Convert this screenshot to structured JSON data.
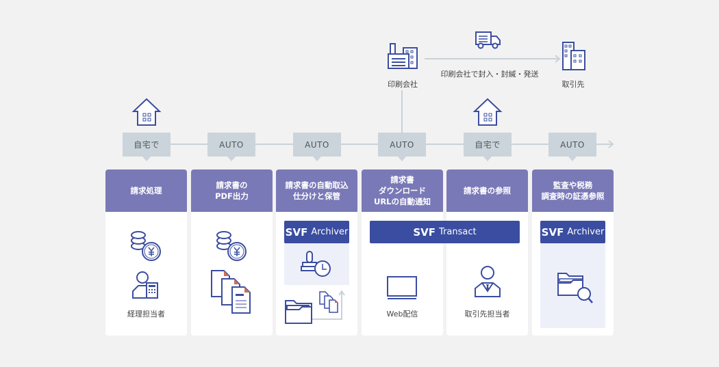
{
  "top": {
    "printer_label": "印刷会社",
    "flow_label": "印刷会社で封入・封緘・発送",
    "client_label": "取引先"
  },
  "tags": [
    "自宅で",
    "AUTO",
    "AUTO",
    "AUTO",
    "自宅で",
    "AUTO"
  ],
  "steps": [
    {
      "title": "請求処理",
      "caption": "経理担当者"
    },
    {
      "title": "請求書の\nPDF出力",
      "caption": ""
    },
    {
      "title": "請求書の自動取込\n仕分けと保管",
      "caption": ""
    },
    {
      "title": "請求書\nダウンロード\nURLの自動通知",
      "caption": "Web配信"
    },
    {
      "title": "請求書の参照",
      "caption": "取引先担当者"
    },
    {
      "title": "監査や税務\n調査時の証憑参照",
      "caption": ""
    }
  ],
  "products": {
    "archiver_brand": "SVF",
    "archiver_name": "Archiver",
    "transact_brand": "SVF",
    "transact_name": "Transact"
  },
  "colors": {
    "background": "#f2f2f2",
    "step_header": "#7a79b7",
    "product_badge": "#3a4da0",
    "tag": "#cbd4da",
    "connector": "#c9d2d8",
    "icon_stroke": "#3a4da0"
  }
}
